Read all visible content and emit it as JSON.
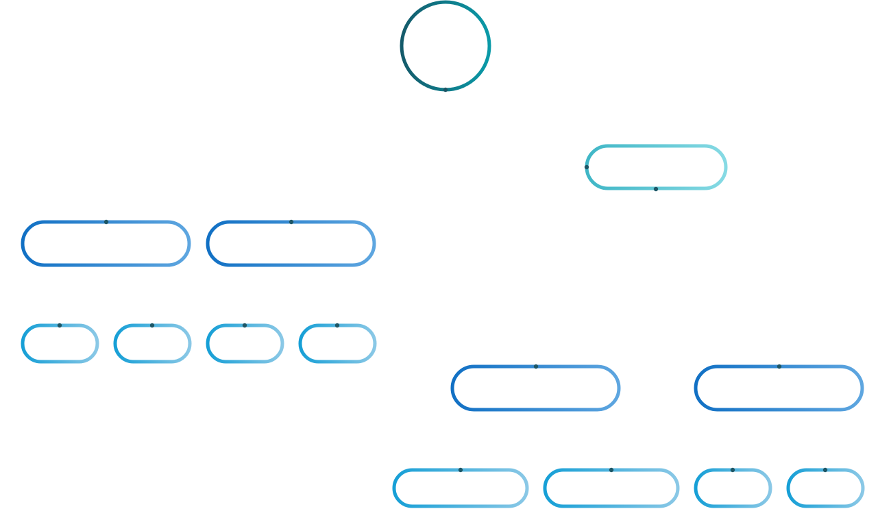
{
  "diagram": {
    "type": "tree",
    "connectors_visible": false,
    "colors": {
      "root_stroke_start": "#145a6a",
      "root_stroke_end": "#0a9aa8",
      "level1_start": "#3fb6c6",
      "level1_end": "#86dae4",
      "level2_start": "#1170c4",
      "level2_end": "#5ea6e0",
      "level3_start": "#169fd6",
      "level3_end": "#8ac8e6",
      "port": "#1d5666"
    },
    "nodes": [
      {
        "id": "root",
        "kind": "circle",
        "label": ""
      },
      {
        "id": "hub",
        "kind": "pill",
        "label": ""
      },
      {
        "id": "left-a",
        "kind": "pill",
        "label": ""
      },
      {
        "id": "left-b",
        "kind": "pill",
        "label": ""
      },
      {
        "id": "left-a-1",
        "kind": "pill",
        "label": ""
      },
      {
        "id": "left-a-2",
        "kind": "pill",
        "label": ""
      },
      {
        "id": "left-b-1",
        "kind": "pill",
        "label": ""
      },
      {
        "id": "left-b-2",
        "kind": "pill",
        "label": ""
      },
      {
        "id": "right-a",
        "kind": "pill",
        "label": ""
      },
      {
        "id": "right-b",
        "kind": "pill",
        "label": ""
      },
      {
        "id": "right-a-1",
        "kind": "pill",
        "label": ""
      },
      {
        "id": "right-a-2",
        "kind": "pill",
        "label": ""
      },
      {
        "id": "right-b-1",
        "kind": "pill",
        "label": ""
      },
      {
        "id": "right-b-2",
        "kind": "pill",
        "label": ""
      }
    ]
  }
}
